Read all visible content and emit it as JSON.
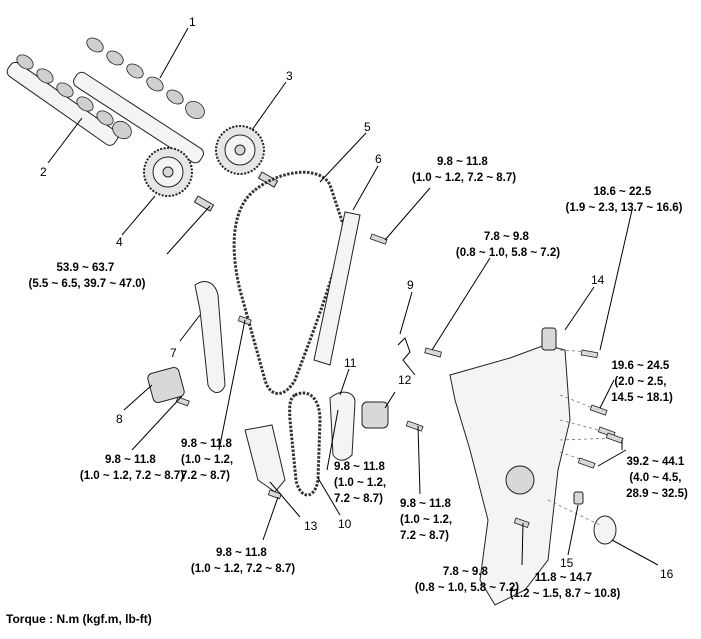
{
  "callouts": [
    "1",
    "2",
    "3",
    "4",
    "5",
    "6",
    "7",
    "8",
    "9",
    "10",
    "11",
    "12",
    "13",
    "14",
    "15",
    "16"
  ],
  "torque_specs": {
    "t_9_8_a": [
      "9.8 ~ 11.8",
      "(1.0 ~ 1.2, 7.2 ~ 8.7)"
    ],
    "t_18_6": [
      "18.6 ~ 22.5",
      "(1.9 ~ 2.3, 13.7 ~ 16.6)"
    ],
    "t_7_8_a": [
      "7.8 ~ 9.8",
      "(0.8 ~ 1.0, 5.8 ~ 7.2)"
    ],
    "t_53_9": [
      "53.9 ~ 63.7",
      "(5.5 ~ 6.5, 39.7 ~ 47.0)"
    ],
    "t_19_6": [
      "19.6 ~ 24.5",
      "(2.0 ~ 2.5,",
      "14.5 ~ 18.1)"
    ],
    "t_9_8_b": [
      "9.8 ~ 11.8",
      "(1.0 ~ 1.2,",
      "7.2 ~ 8.7)"
    ],
    "t_9_8_c": [
      "9.8 ~ 11.8",
      "(1.0 ~ 1.2,",
      "7.2 ~ 8.7)"
    ],
    "t_9_8_d": [
      "9.8 ~ 11.8",
      "(1.0 ~ 1.2, 7.2 ~ 8.7)"
    ],
    "t_39_2": [
      "39.2 ~ 44.1",
      "(4.0 ~ 4.5,",
      "28.9 ~ 32.5)"
    ],
    "t_9_8_e": [
      "9.8 ~ 11.8",
      "(1.0 ~ 1.2,",
      "7.2 ~ 8.7)"
    ],
    "t_9_8_f": [
      "9.8 ~ 11.8",
      "(1.0 ~ 1.2, 7.2 ~ 8.7)"
    ],
    "t_7_8_b": [
      "7.8 ~ 9.8",
      "(0.8 ~ 1.0, 5.8 ~ 7.2)"
    ],
    "t_11_8": [
      "11.8 ~ 14.7",
      "(1.2 ~ 1.5, 8.7 ~ 10.8)"
    ]
  },
  "footer": "Torque : N.m (kgf.m, lb-ft)"
}
